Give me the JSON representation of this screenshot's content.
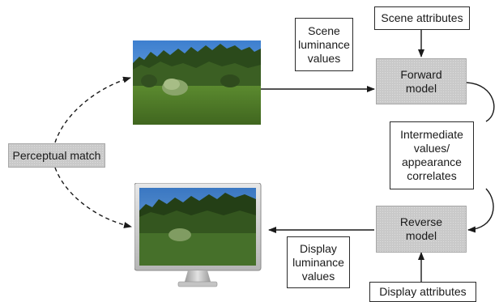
{
  "nodes": {
    "perceptual_match": "Perceptual match",
    "forward_model": "Forward\nmodel",
    "reverse_model": "Reverse\nmodel",
    "scene_attributes": "Scene attributes",
    "display_attributes": "Display attributes",
    "scene_luminance": "Scene\nluminance\nvalues",
    "display_luminance": "Display\nluminance\nvalues",
    "intermediate": "Intermediate\nvalues/\nappearance\ncorrelates"
  },
  "images": {
    "scene_photo": "landscape-photo",
    "display_monitor": "computer-monitor"
  },
  "colors": {
    "process_box": "#c9c9c9",
    "arrow": "#1a1a1a",
    "sky": "#5f9ed8",
    "grass": "#4d7a2a",
    "trees": "#2c4a1c"
  }
}
